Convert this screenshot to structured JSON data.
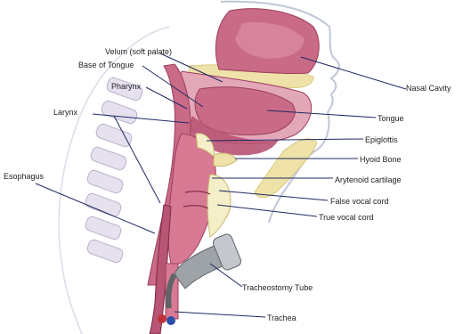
{
  "labels": {
    "nasal_cavity": "Nasal Cavity",
    "velum": "Velum (soft palate)",
    "base_of_tongue": "Base of Tongue",
    "pharynx": "Pharynx",
    "larynx": "Larynx",
    "tongue": "Tongue",
    "epiglottis": "Epiglottis",
    "hyoid_bone": "Hyoid Bone",
    "arytenoid": "Arytenoid cartilage",
    "false_vocal_cord": "False vocal cord",
    "esophagus": "Esophagus",
    "true_vocal_cord": "True vocal cord",
    "tracheostomy_tube": "Tracheostomy Tube",
    "trachea": "Trachea"
  },
  "colors": {
    "tissue": "#c96a86",
    "tissue_dark": "#9c3e5c",
    "cavity": "#e3a8b8",
    "bone": "#efe2a8",
    "cartilage": "#f4efc8",
    "spine": "#e6e0ef",
    "tube": "#9ea3a8",
    "outline": "#1f2a63"
  }
}
